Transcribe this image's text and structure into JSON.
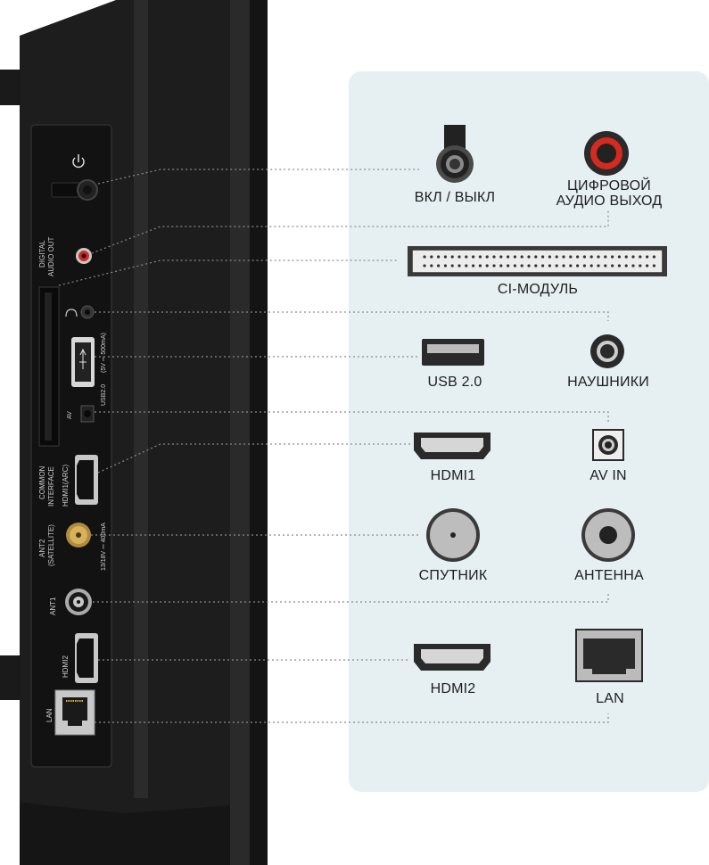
{
  "panel_labels": {
    "power": "ВКЛ / ВЫКЛ",
    "digital_audio_line1": "ЦИФРОВОЙ",
    "digital_audio_line2": "АУДИО ВЫХОД",
    "ci_module": "CI-МОДУЛЬ",
    "usb": "USB 2.0",
    "headphones": "НАУШНИКИ",
    "hdmi1": "HDMI1",
    "av_in": "AV IN",
    "satellite": "СПУТНИК",
    "antenna": "АНТЕННА",
    "hdmi2": "HDMI2",
    "lan": "LAN"
  },
  "tv_labels": {
    "digital_audio_out_1": "DIGITAL",
    "digital_audio_out_2": "AUDIO OUT",
    "usb": "USB2.0",
    "usb_power": "(5V ⎓ 500mA)",
    "av": "AV",
    "common_interface_1": "COMMON",
    "common_interface_2": "INTERFACE",
    "hdmi1_arc": "HDMI1(ARC)",
    "ant2_1": "ANT2",
    "ant2_2": "(SATELLITE)",
    "ant2_power": "13/18V ⎓ 400mA",
    "ant1": "ANT1",
    "hdmi2": "HDMI2",
    "lan": "LAN"
  },
  "colors": {
    "panel_bg": "#e6f0f3",
    "tv_body": "#1b1b1b",
    "tv_edge": "#2c2c2c",
    "red_accent": "#d42a1f",
    "icon_dark": "#2a2a2a",
    "leader": "#8a8a8a"
  },
  "icons": {
    "power": "power-symbol-icon",
    "ports": "connector-icons"
  }
}
